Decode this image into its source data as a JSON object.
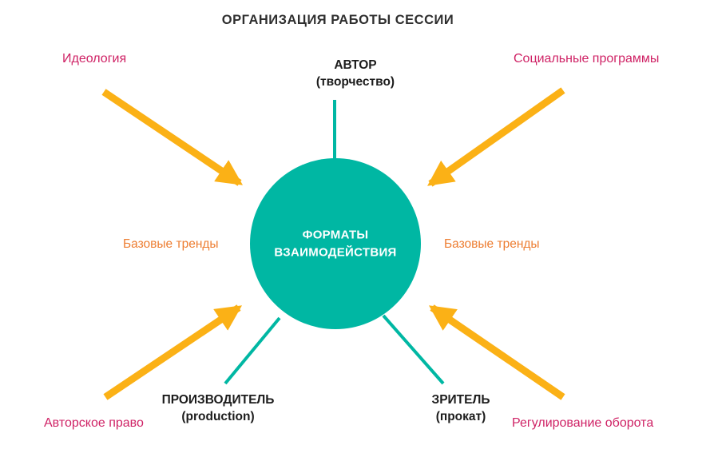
{
  "title": "ОРГАНИЗАЦИЯ РАБОТЫ СЕССИИ",
  "center": {
    "line1": "ФОРМАТЫ",
    "line2": "ВЗАИМОДЕЙСТВИЯ"
  },
  "nodes": {
    "author": {
      "title": "АВТОР",
      "subtitle": "(творчество)"
    },
    "producer": {
      "title": "ПРОИЗВОДИТЕЛЬ",
      "subtitle": "(production)"
    },
    "viewer": {
      "title": "ЗРИТЕЛЬ",
      "subtitle": "(прокат)"
    }
  },
  "side_labels": {
    "ideology": "Идеология",
    "social_programs": "Социальные программы",
    "base_trends_left": "Базовые тренды",
    "base_trends_right": "Базовые тренды",
    "copyright": "Авторское право",
    "turnover_regulation": "Регулирование оборота"
  },
  "colors": {
    "teal": "#00B7A3",
    "arrow_orange": "#FBB116",
    "crimson": "#CF2265",
    "trend_orange": "#ED7D31",
    "title_dark": "#2E2E2E",
    "node_black": "#1C1C1C",
    "circle_text": "#FFFFFF"
  }
}
